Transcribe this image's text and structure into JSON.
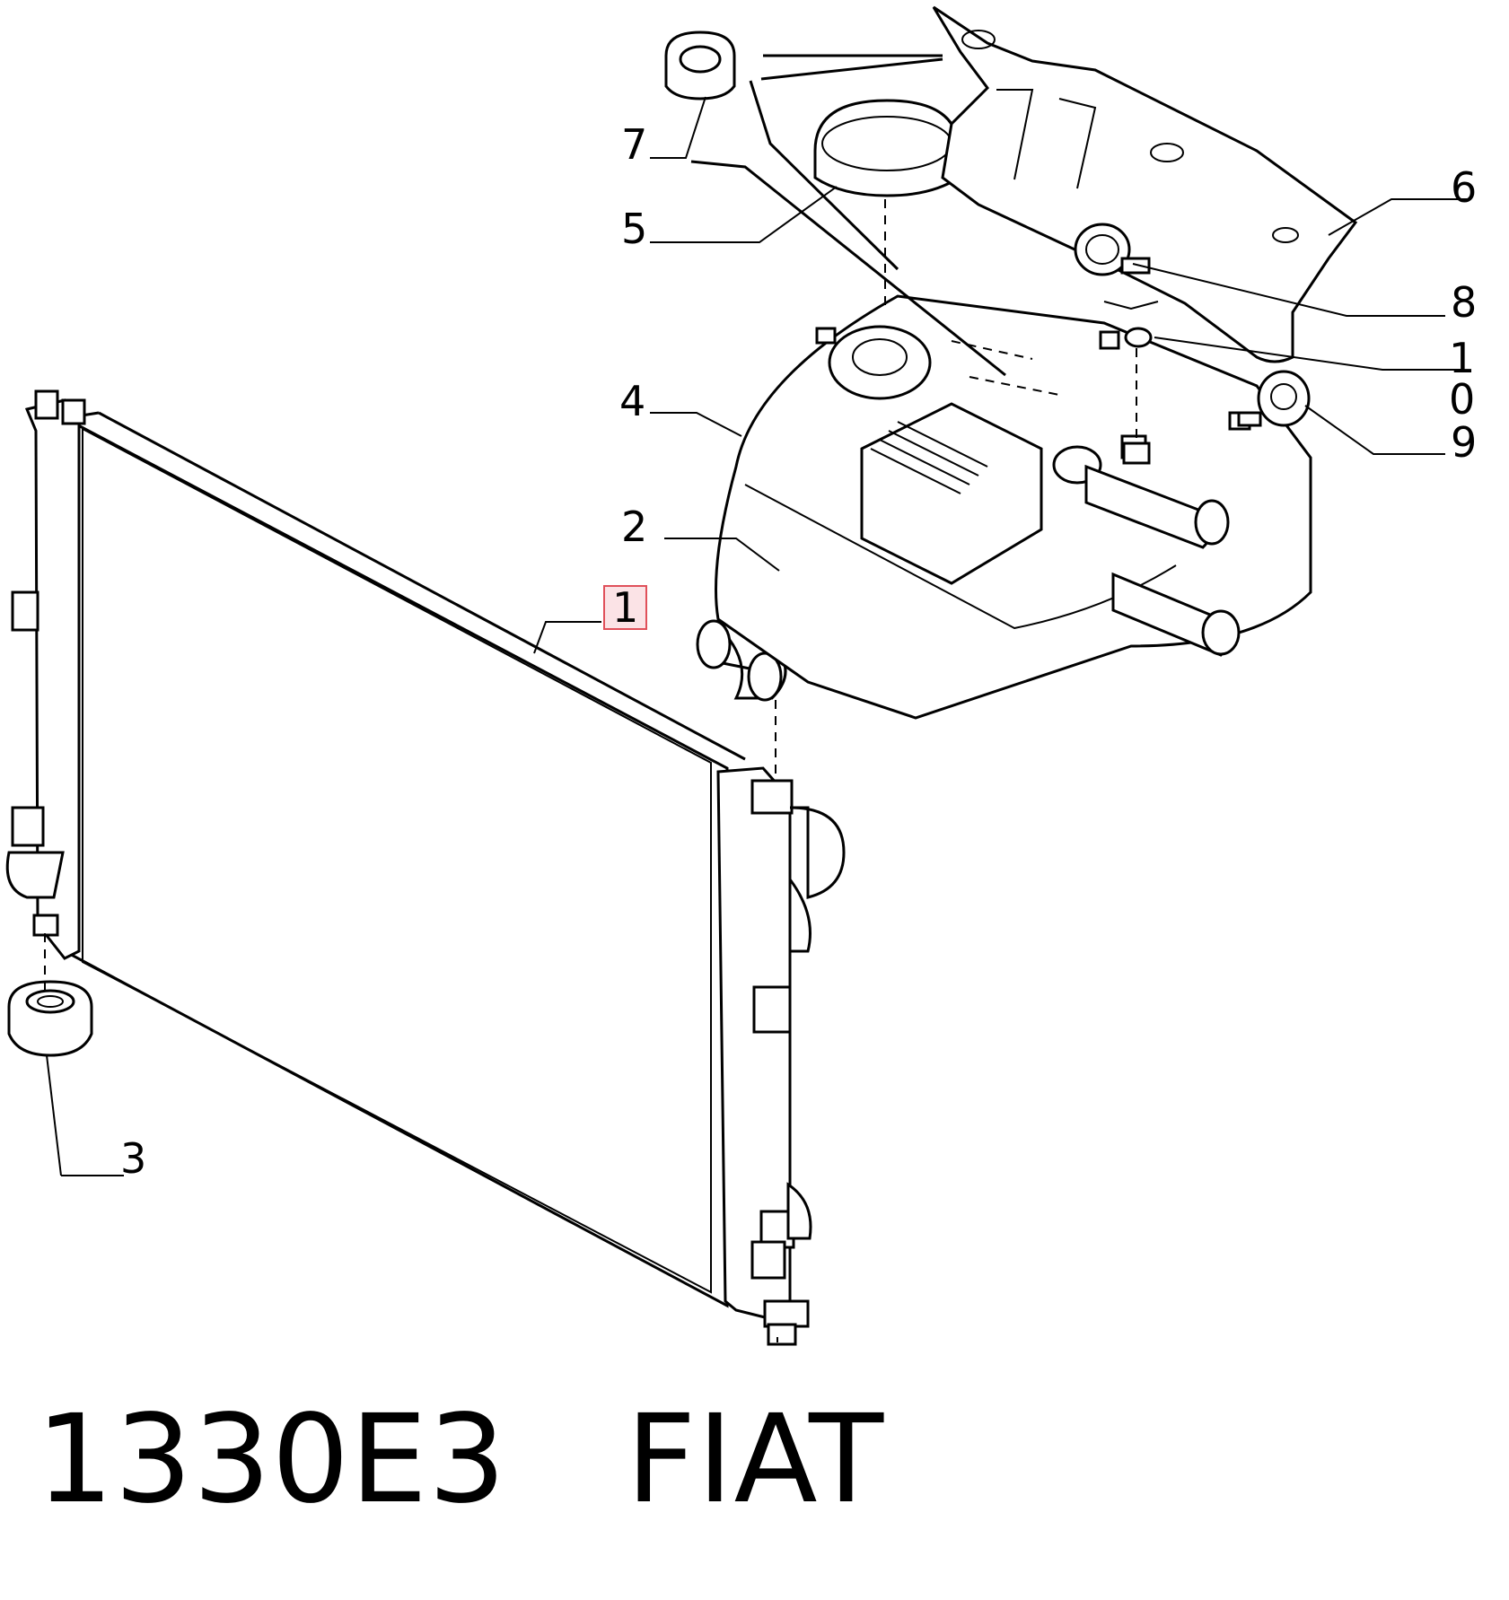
{
  "diagram": {
    "callouts": [
      {
        "id": "1",
        "label": "1",
        "highlighted": true
      },
      {
        "id": "2",
        "label": "2"
      },
      {
        "id": "3",
        "label": "3"
      },
      {
        "id": "4",
        "label": "4"
      },
      {
        "id": "5",
        "label": "5"
      },
      {
        "id": "6",
        "label": "6"
      },
      {
        "id": "7",
        "label": "7"
      },
      {
        "id": "8",
        "label": "8"
      },
      {
        "id": "9",
        "label": "9"
      },
      {
        "id": "10",
        "label": "1 0"
      }
    ],
    "highlight_color": "#e0505a"
  },
  "caption": {
    "text": "1330E3   FIAT"
  }
}
